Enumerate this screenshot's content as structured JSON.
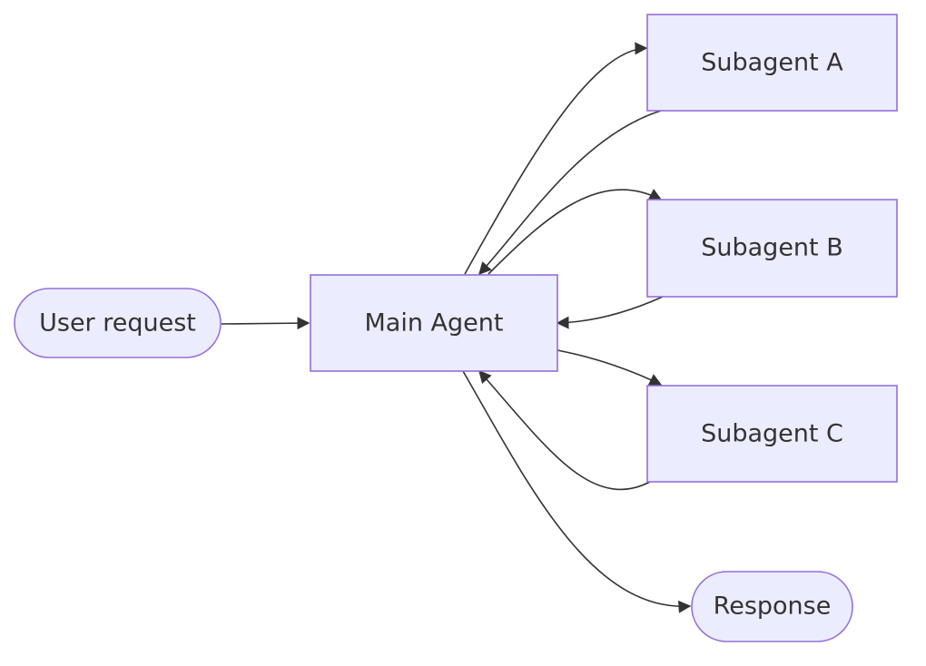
{
  "diagram": {
    "colors": {
      "node_fill": "#ECECFF",
      "node_stroke": "#9370DB",
      "edge": "#333333",
      "text": "#333333",
      "background": "#FFFFFF"
    },
    "nodes": {
      "user_request": {
        "label": "User request",
        "shape": "stadium"
      },
      "main_agent": {
        "label": "Main Agent",
        "shape": "rectangle"
      },
      "subagent_a": {
        "label": "Subagent A",
        "shape": "rectangle"
      },
      "subagent_b": {
        "label": "Subagent B",
        "shape": "rectangle"
      },
      "subagent_c": {
        "label": "Subagent C",
        "shape": "rectangle"
      },
      "response": {
        "label": "Response",
        "shape": "stadium"
      }
    },
    "edges": [
      {
        "from": "User request",
        "to": "Main Agent"
      },
      {
        "from": "Main Agent",
        "to": "Subagent A"
      },
      {
        "from": "Subagent A",
        "to": "Main Agent"
      },
      {
        "from": "Main Agent",
        "to": "Subagent B"
      },
      {
        "from": "Subagent B",
        "to": "Main Agent"
      },
      {
        "from": "Main Agent",
        "to": "Subagent C"
      },
      {
        "from": "Subagent C",
        "to": "Main Agent"
      },
      {
        "from": "Main Agent",
        "to": "Response"
      }
    ]
  }
}
